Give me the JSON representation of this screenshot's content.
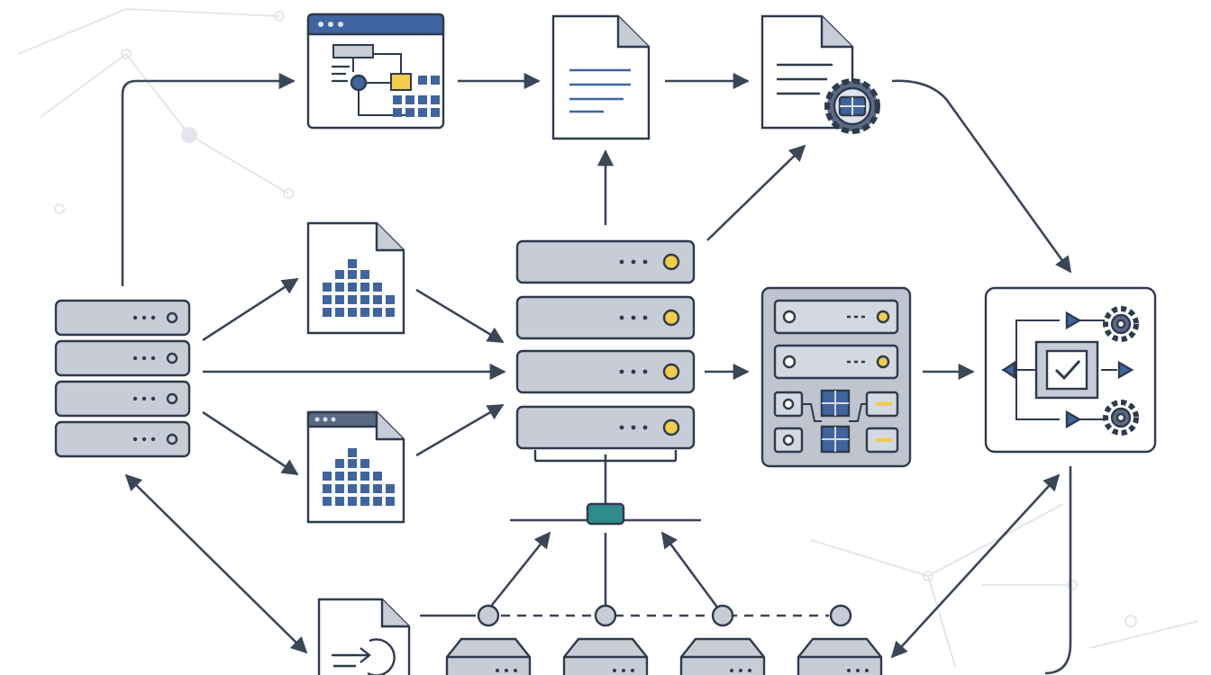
{
  "diagram": {
    "colors": {
      "stroke": "#2f3a4d",
      "box_fill": "#c7ccd7",
      "box_fill_light": "#d3d8e1",
      "panel_fill": "#bfc4ce",
      "accent_blue": "#3f64a0",
      "accent_yellow": "#f2cc4a",
      "accent_teal": "#2f8c8c",
      "arrow": "#3b4657",
      "background_network": "#dfe3ea"
    },
    "nodes": [
      {
        "id": "source-server-rack",
        "icon": "server-rack-icon",
        "units": 4
      },
      {
        "id": "workflow-editor-window",
        "icon": "app-window-flowchart-icon"
      },
      {
        "id": "text-document",
        "icon": "document-icon"
      },
      {
        "id": "document-with-gear",
        "icon": "document-gear-icon"
      },
      {
        "id": "bar-chart-file-top",
        "icon": "file-chart-icon"
      },
      {
        "id": "bar-chart-file-bottom",
        "icon": "file-chart-window-icon"
      },
      {
        "id": "central-server-stack",
        "icon": "server-stack-icon",
        "units": 4
      },
      {
        "id": "processing-cabinet",
        "icon": "server-cabinet-icon"
      },
      {
        "id": "automation-control-box",
        "icon": "checkbox-gears-icon"
      },
      {
        "id": "network-switch-hub",
        "icon": "network-switch-icon"
      },
      {
        "id": "import-document",
        "icon": "document-import-icon"
      },
      {
        "id": "storage-node-1",
        "icon": "storage-box-icon"
      },
      {
        "id": "storage-node-2",
        "icon": "storage-box-icon"
      },
      {
        "id": "storage-node-3",
        "icon": "storage-box-icon"
      },
      {
        "id": "storage-node-4",
        "icon": "storage-box-icon"
      }
    ],
    "edges": [
      {
        "from": "source-server-rack",
        "to": "workflow-editor-window"
      },
      {
        "from": "workflow-editor-window",
        "to": "text-document"
      },
      {
        "from": "text-document",
        "to": "document-with-gear"
      },
      {
        "from": "document-with-gear",
        "to": "automation-control-box"
      },
      {
        "from": "source-server-rack",
        "to": "bar-chart-file-top"
      },
      {
        "from": "source-server-rack",
        "to": "central-server-stack"
      },
      {
        "from": "source-server-rack",
        "to": "bar-chart-file-bottom"
      },
      {
        "from": "bar-chart-file-top",
        "to": "central-server-stack"
      },
      {
        "from": "bar-chart-file-bottom",
        "to": "central-server-stack"
      },
      {
        "from": "central-server-stack",
        "to": "text-document"
      },
      {
        "from": "central-server-stack",
        "to": "document-with-gear"
      },
      {
        "from": "central-server-stack",
        "to": "processing-cabinet"
      },
      {
        "from": "processing-cabinet",
        "to": "automation-control-box"
      },
      {
        "from": "source-server-rack",
        "to": "import-document",
        "bidirectional": true
      },
      {
        "from": "storage-node-1",
        "to": "network-switch-hub"
      },
      {
        "from": "storage-node-3",
        "to": "network-switch-hub"
      },
      {
        "from": "automation-control-box",
        "to": "storage-node-4",
        "bidirectional": true
      }
    ]
  }
}
